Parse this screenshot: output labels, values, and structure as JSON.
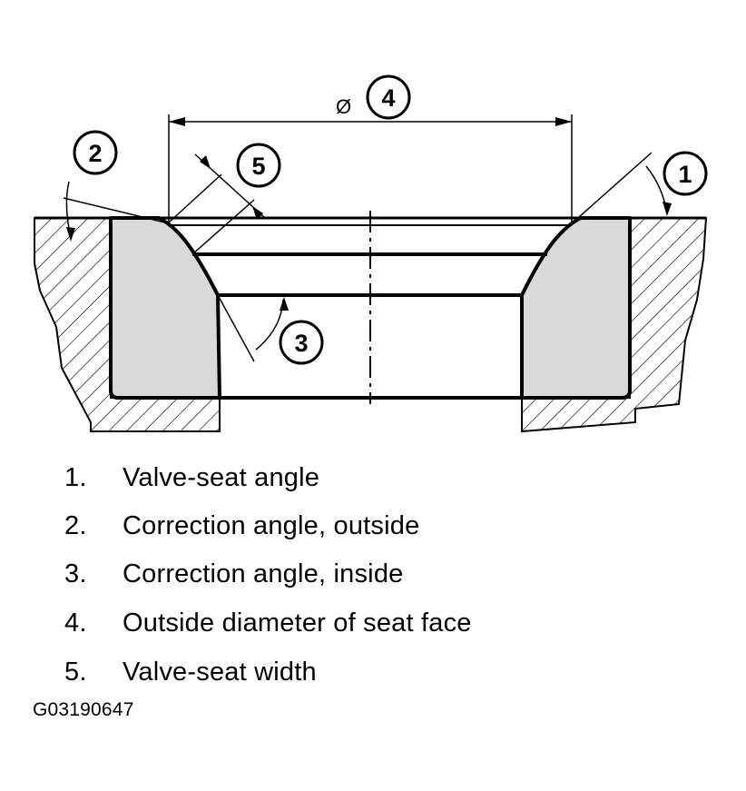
{
  "diameter_symbol": "Ø",
  "callouts": [
    "1",
    "2",
    "3",
    "4",
    "5"
  ],
  "legend": [
    {
      "number": "1.",
      "label": "Valve-seat angle"
    },
    {
      "number": "2.",
      "label": "Correction angle, outside"
    },
    {
      "number": "3.",
      "label": "Correction angle, inside"
    },
    {
      "number": "4.",
      "label": "Outside diameter of seat face"
    },
    {
      "number": "5.",
      "label": "Valve-seat width"
    }
  ],
  "figure_code": "G03190647"
}
